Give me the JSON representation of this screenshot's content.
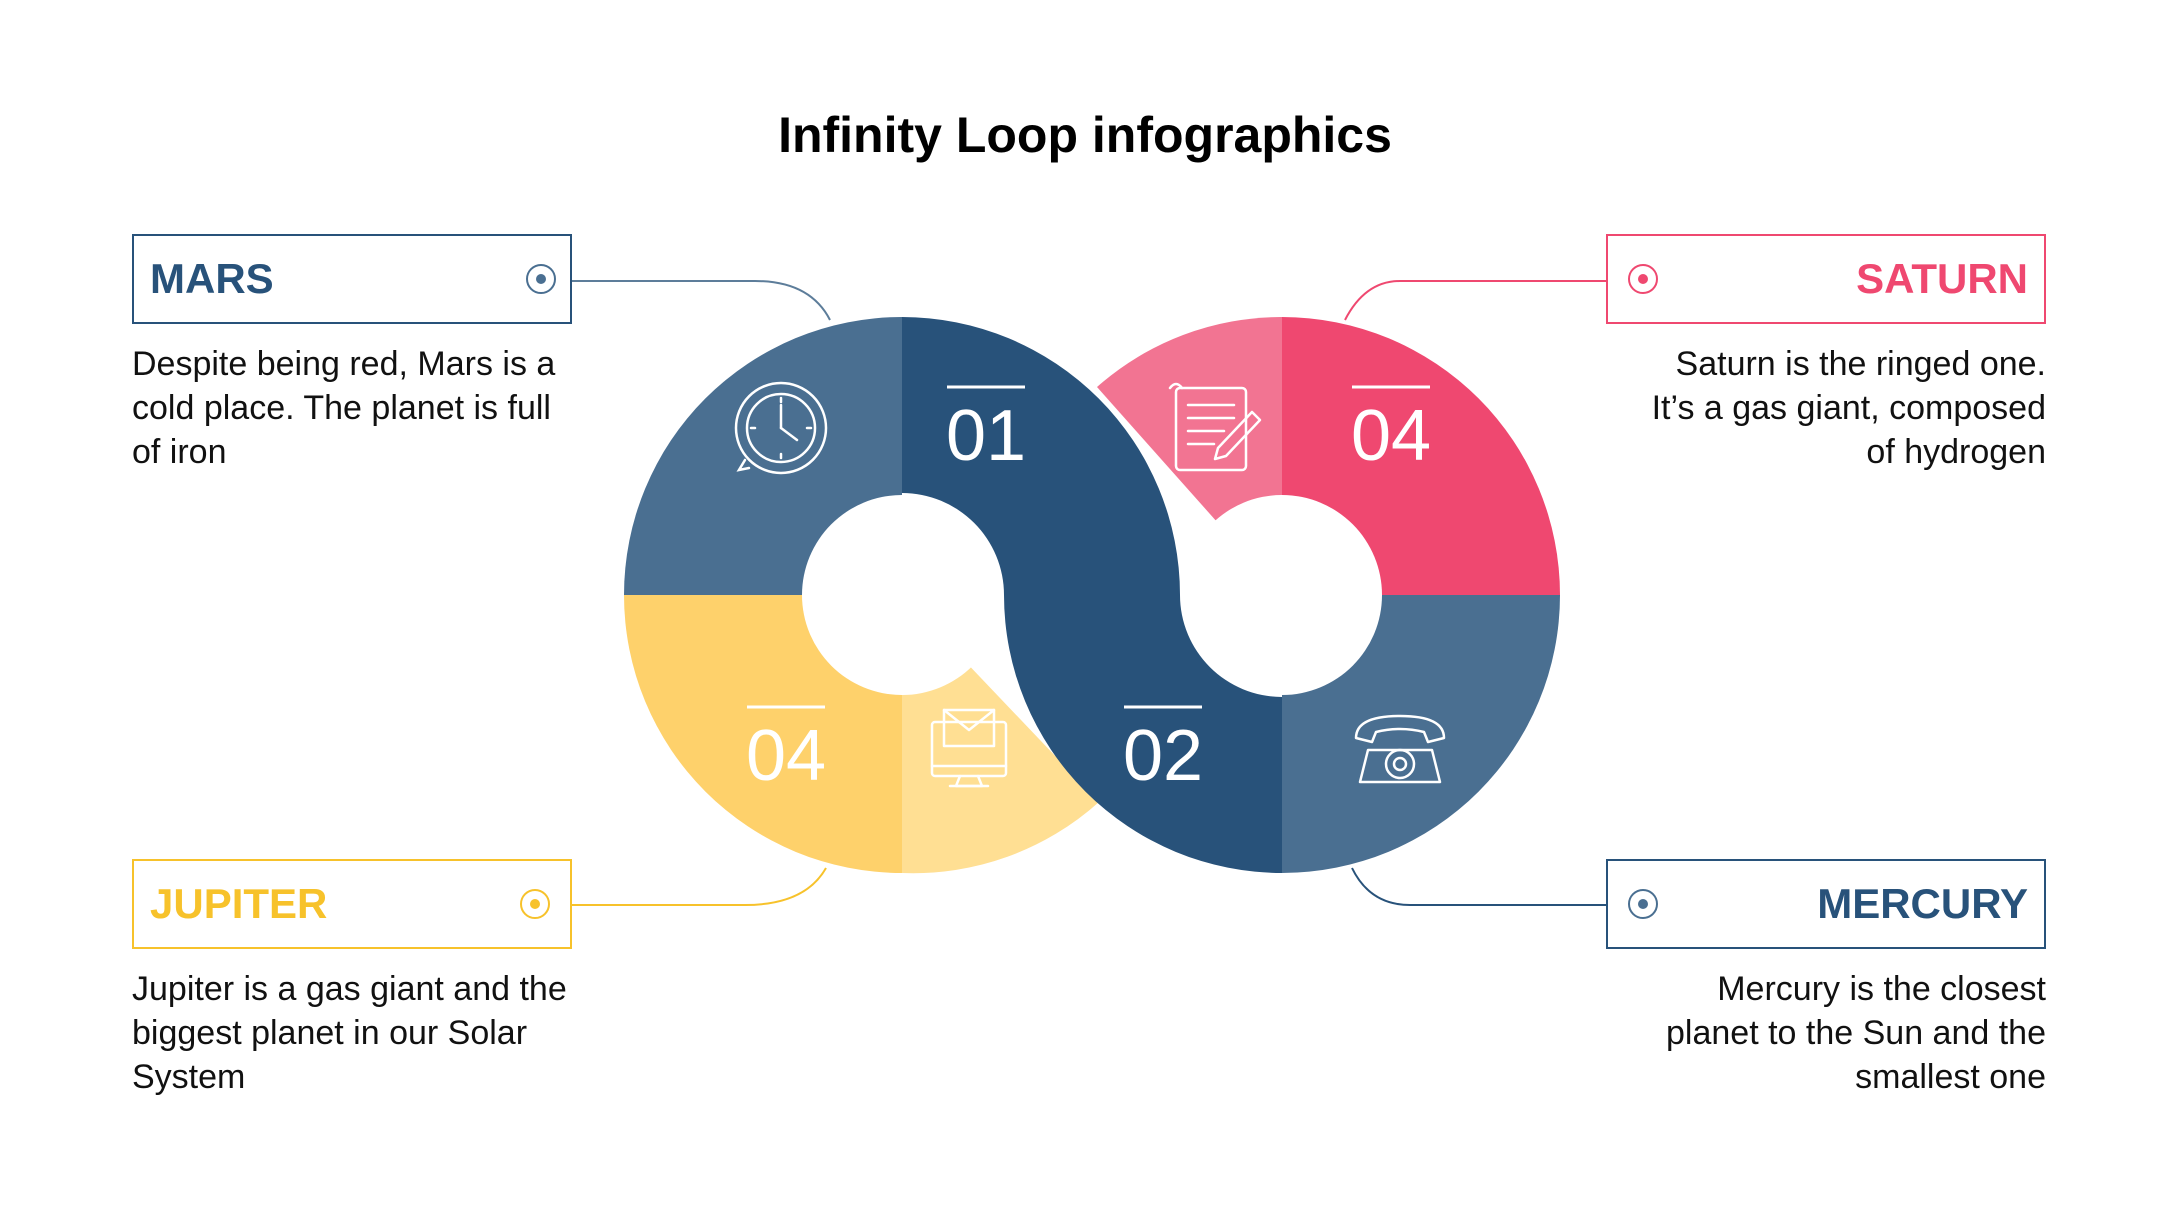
{
  "title": "Infinity Loop infographics",
  "colors": {
    "navy_dark": "#28527a",
    "navy_mid": "#4a6f91",
    "pink_dark": "#ef4870",
    "pink_light": "#f27492",
    "yellow_dark": "#fed16b",
    "yellow_light": "#ffdf93",
    "yellow_label": "#f7c22b"
  },
  "items": {
    "mars": {
      "name": "MARS",
      "description": "Despite being red, Mars is a cold place. The planet is full of iron"
    },
    "saturn": {
      "name": "SATURN",
      "description": "Saturn is the ringed one. It’s a gas giant, composed of hydrogen"
    },
    "jupiter": {
      "name": "JUPITER",
      "description": "Jupiter is a gas giant and the biggest planet in our Solar System"
    },
    "mercury": {
      "name": "MERCURY",
      "description": "Mercury is the closest planet to the Sun and the smallest one"
    }
  },
  "segments": {
    "left_top_number": "01",
    "right_bottom_number": "02",
    "right_top_number": "04",
    "left_bottom_number": "04"
  },
  "icons": [
    "clock-icon",
    "document-pen-icon",
    "email-monitor-icon",
    "telephone-icon"
  ]
}
